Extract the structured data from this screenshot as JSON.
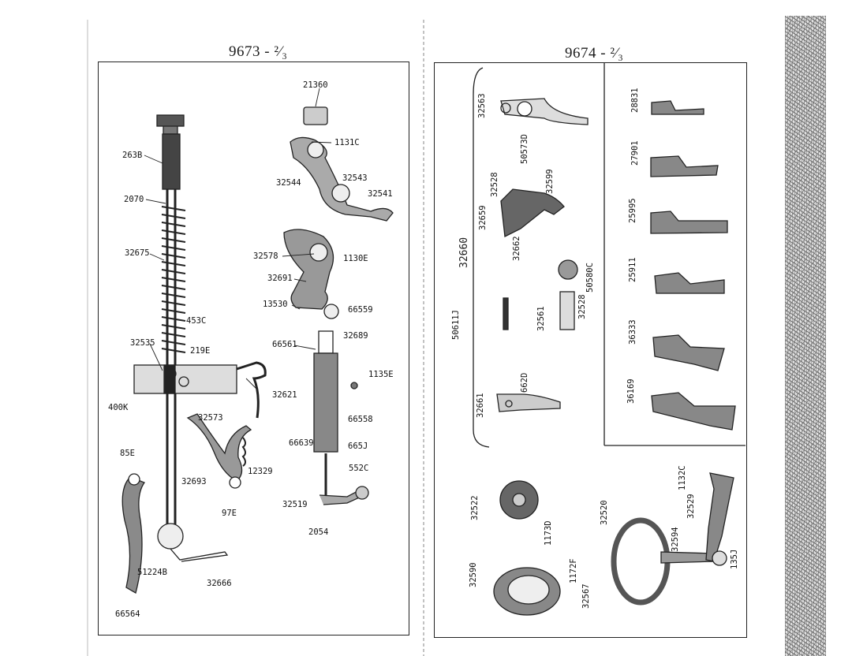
{
  "left_page": {
    "number": "9673 - ²⁄₃",
    "parts": {
      "p21360": "21360",
      "p1131c": "1131C",
      "p32543": "32543",
      "p32544": "32544",
      "p32541": "32541",
      "p263b": "263B",
      "p2070": "2070",
      "p32675": "32675",
      "p32578": "32578",
      "p1130e": "1130E",
      "p32691": "32691",
      "p13530": "13530",
      "p66559": "66559",
      "p453c": "453C",
      "p32689": "32689",
      "p32535": "32535",
      "p219e": "219E",
      "p66561": "66561",
      "p1135e": "1135E",
      "p400k": "400K",
      "p32621": "32621",
      "p32573": "32573",
      "p66558": "66558",
      "p66639": "66639",
      "p665j": "665J",
      "p85e": "85E",
      "p12329": "12329",
      "p32693": "32693",
      "p552c": "552C",
      "p97e": "97E",
      "p32519": "32519",
      "p2054": "2054",
      "p51224b": "51224B",
      "p32666": "32666",
      "p66564": "66564"
    }
  },
  "right_page": {
    "number": "9674 - ²⁄₃",
    "group_label": "32660",
    "parts": {
      "p32563": "32563",
      "p50573d": "50573D",
      "p32528a": "32528",
      "p32599": "32599",
      "p32659": "32659",
      "p32662": "32662",
      "p50611j": "50611J",
      "p32561": "32561",
      "p32528b": "32528",
      "p50580c": "50580C",
      "p32661": "32661",
      "p662d": "662D",
      "p28831": "28831",
      "p27901": "27901",
      "p25995": "25995",
      "p25911": "25911",
      "p36333": "36333",
      "p36169": "36169",
      "p32522": "32522",
      "p32590": "32590",
      "p1173d": "1173D",
      "p1172f": "1172F",
      "p32567": "32567",
      "p32520": "32520",
      "p1132c": "1132C",
      "p32529": "32529",
      "p32594": "32594",
      "p135j": "135J"
    }
  }
}
